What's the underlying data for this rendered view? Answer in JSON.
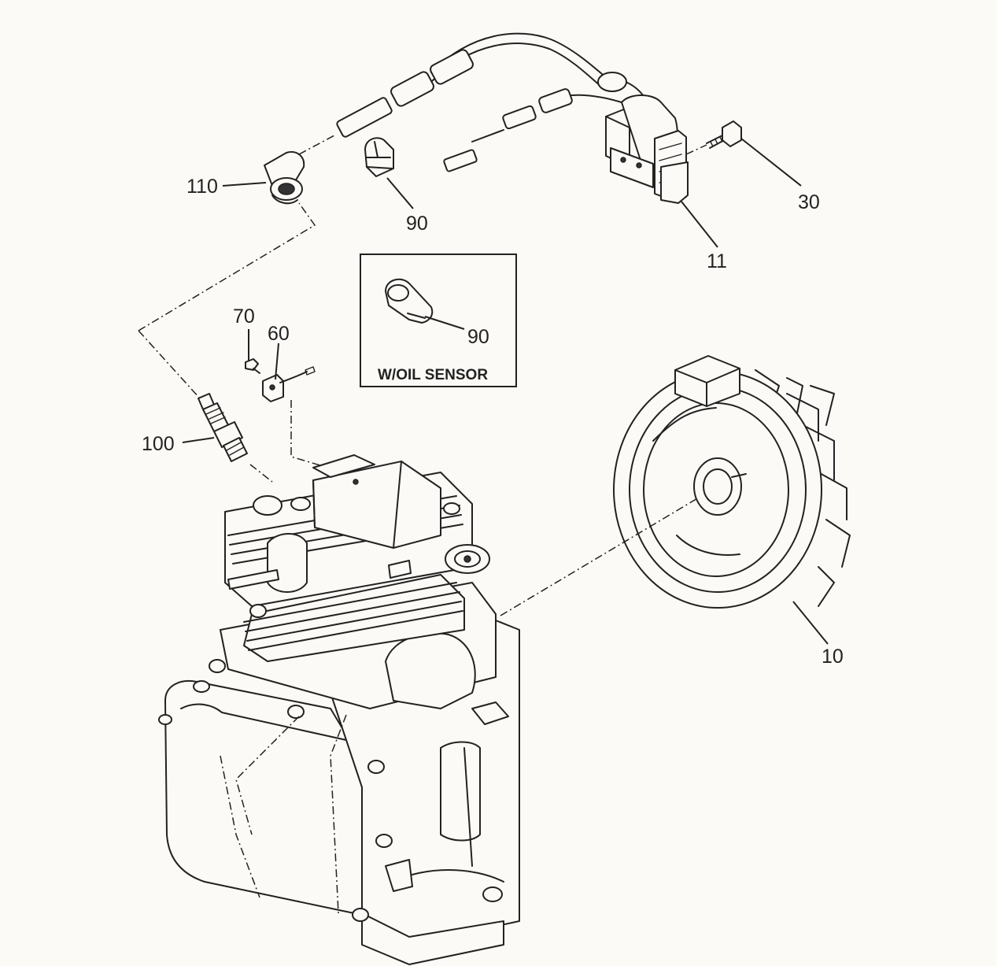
{
  "diagram": {
    "callouts": {
      "c110": "110",
      "c90_top": "90",
      "c30": "30",
      "c11": "11",
      "c70": "70",
      "c60": "60",
      "c90_box": "90",
      "c100": "100",
      "c10": "10"
    },
    "inset_box_label": "W/OIL SENSOR"
  }
}
